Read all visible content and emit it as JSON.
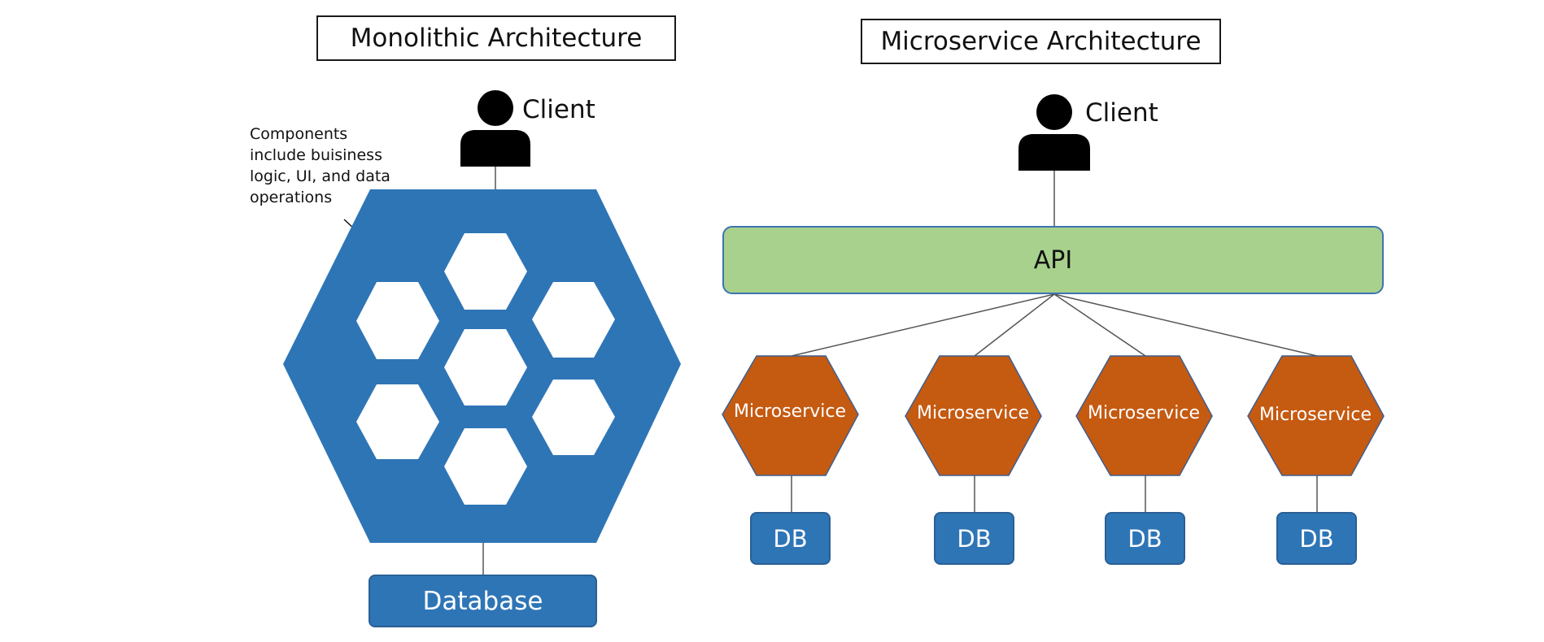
{
  "monolith": {
    "title": "Monolithic Architecture",
    "client_label": "Client",
    "note_lines": [
      "Components",
      "include buisiness",
      "logic, UI, and data",
      "operations"
    ],
    "database_label": "Database"
  },
  "microservices": {
    "title": "Microservice Architecture",
    "client_label": "Client",
    "api_label": "API",
    "services": [
      {
        "label": "Microservice",
        "db_label": "DB"
      },
      {
        "label": "Microservice",
        "db_label": "DB"
      },
      {
        "label": "Microservice",
        "db_label": "DB"
      },
      {
        "label": "Microservice",
        "db_label": "DB"
      }
    ]
  },
  "colors": {
    "monolith_blue": "#2e75b6",
    "api_green": "#a8d18d",
    "microservice_orange": "#c55a11",
    "line": "#555555"
  }
}
